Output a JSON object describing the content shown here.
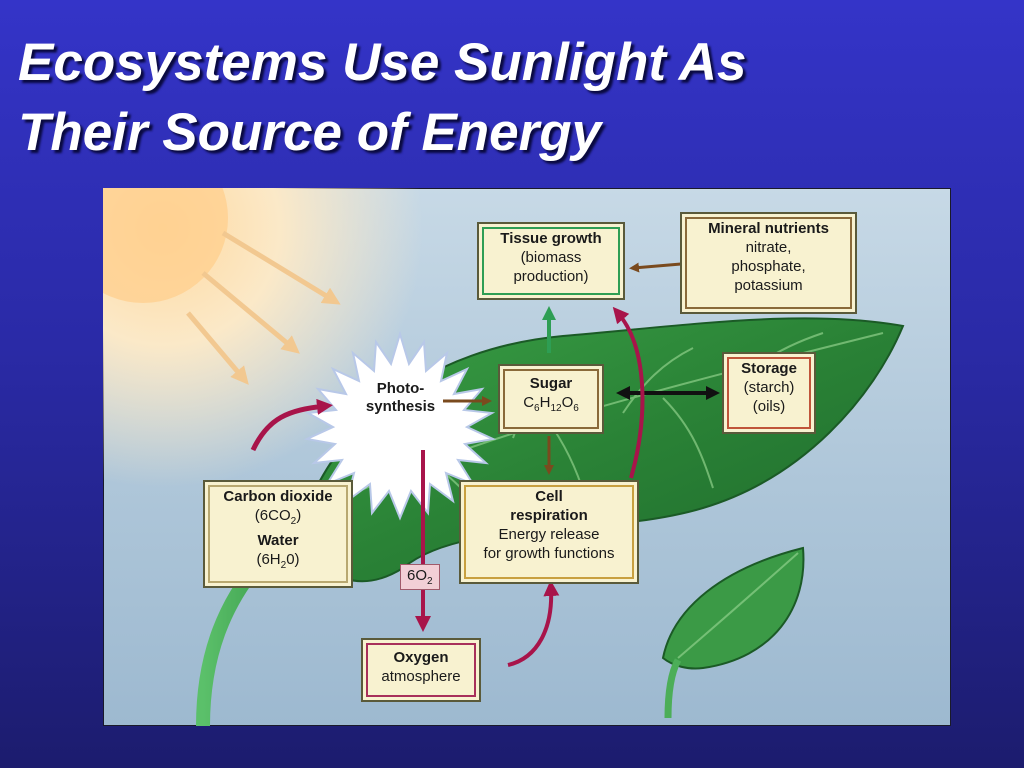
{
  "slide": {
    "title_line1": "Ecosystems Use Sunlight As",
    "title_line2": "Their Source of Energy"
  },
  "colors": {
    "background": "#3434c8",
    "title": "#ffffff",
    "leaf": "#2f8a3a",
    "arrow_brown": "#7a4a1e",
    "arrow_green": "#2e9e54",
    "arrow_crimson": "#a8144a",
    "arrow_black": "#111111"
  },
  "diagram": {
    "photosynthesis": {
      "line1": "Photo-",
      "line2": "synthesis"
    },
    "tissue_growth": {
      "title": "Tissue growth",
      "line1": "(biomass",
      "line2": "production)"
    },
    "mineral_nutrients": {
      "title": "Mineral nutrients",
      "line1": "nitrate,",
      "line2": "phosphate,",
      "line3": "potassium"
    },
    "sugar": {
      "title": "Sugar",
      "formula_c": "C",
      "formula_c_sub": "6",
      "formula_h": "H",
      "formula_h_sub": "12",
      "formula_o": "O",
      "formula_o_sub": "6"
    },
    "storage": {
      "title": "Storage",
      "line1": "(starch)",
      "line2": "(oils)"
    },
    "carbon_dioxide": {
      "title": "Carbon dioxide",
      "co2_open": "(6CO",
      "co2_sub": "2",
      "co2_close": ")",
      "water_title": "Water",
      "h2o_open": "(6H",
      "h2o_sub": "2",
      "h2o_close": "0)"
    },
    "oxygen_tag": {
      "text": "6O",
      "sub": "2"
    },
    "cell_respiration": {
      "title1": "Cell",
      "title2": "respiration",
      "line1": "Energy release",
      "line2": "for growth functions"
    },
    "oxygen": {
      "title": "Oxygen",
      "line1": "atmosphere"
    }
  }
}
